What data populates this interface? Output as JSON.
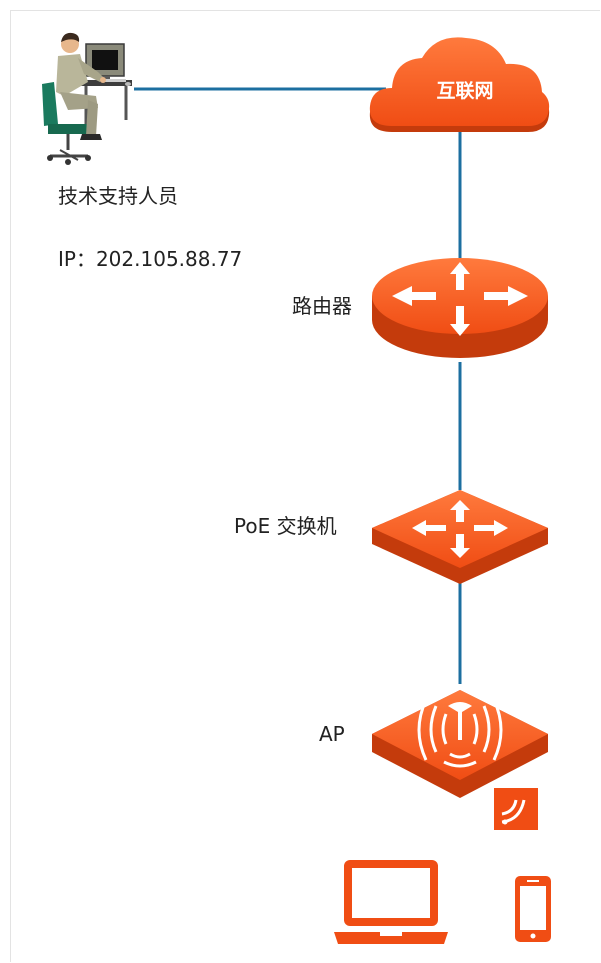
{
  "support": {
    "label": "技术支持人员",
    "ip": "IP：202.105.88.77"
  },
  "internet": {
    "label": "互联网"
  },
  "router": {
    "label": "路由器"
  },
  "switch": {
    "label": "PoE 交换机"
  },
  "ap": {
    "label": "AP"
  },
  "colors": {
    "device": "#f2541b",
    "device_dark": "#c43b0c",
    "link": "#1c6fa0",
    "border": "#e3e3e3"
  }
}
